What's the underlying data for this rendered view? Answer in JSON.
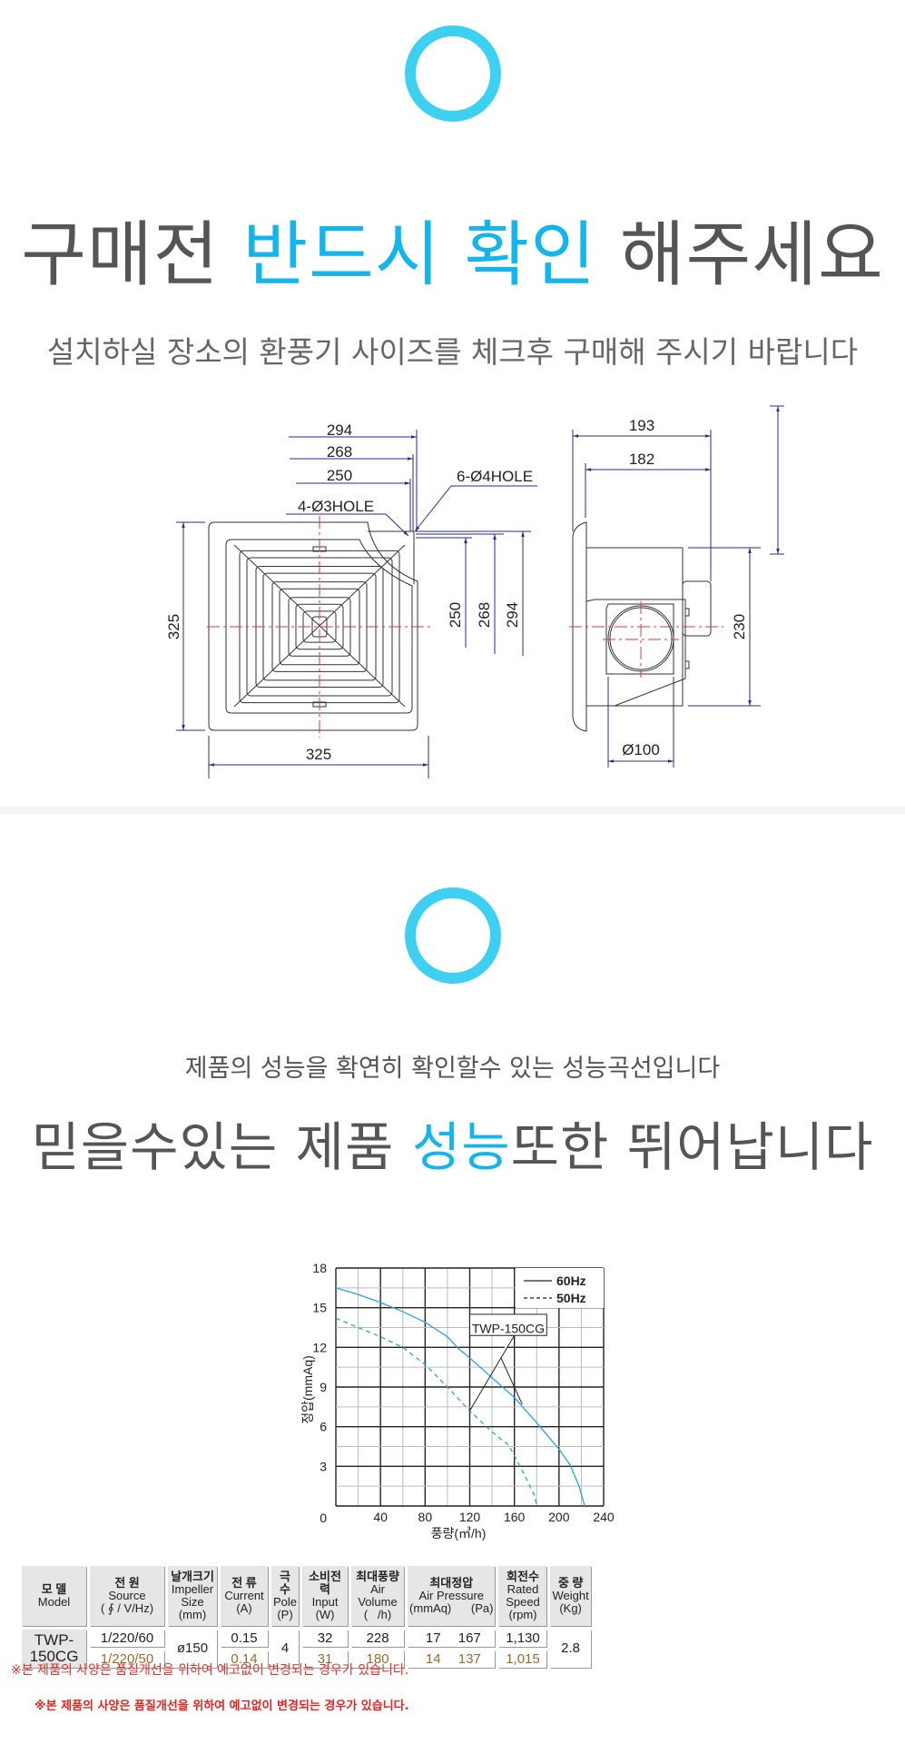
{
  "section1": {
    "heading_pre": "구매전 ",
    "heading_highlight": "반드시 확인",
    "heading_post": " 해주세요",
    "subheading": "설치하실 장소의 환풍기 사이즈를 체크후 구매해 주시기 바랍니다"
  },
  "drawing": {
    "front": {
      "dim_294": "294",
      "dim_268": "268",
      "dim_250": "250",
      "hole6": "6-Ø4HOLE",
      "hole4": "4-Ø3HOLE",
      "height": "325",
      "width": "325",
      "v250": "250",
      "v268": "268",
      "v294": "294"
    },
    "side": {
      "dim_193": "193",
      "dim_182": "182",
      "dim_230": "230",
      "duct": "Ø100"
    }
  },
  "section2": {
    "intro": "제품의 성능을 확연히 확인할수 있는 성능곡선입니다",
    "heading_pre": "믿을수있는 제품 ",
    "heading_highlight": "성능",
    "heading_post": "또한 뛰어납니다"
  },
  "chart_data": {
    "type": "line",
    "xlabel": "풍량(㎥/h)",
    "ylabel": "정압(mmAq)",
    "xlim": [
      0,
      240
    ],
    "ylim": [
      0,
      18
    ],
    "xticks": [
      0,
      40,
      80,
      120,
      160,
      200,
      240
    ],
    "yticks": [
      0,
      3,
      6,
      9,
      12,
      15,
      18
    ],
    "grid": true,
    "legend_position": "top-right",
    "annotation": "TWP-150CG",
    "series": [
      {
        "name": "60Hz",
        "style": "solid",
        "color": "#2aa3e6",
        "x": [
          0,
          20,
          40,
          60,
          80,
          100,
          110,
          120,
          140,
          160,
          180,
          200,
          210,
          218,
          223
        ],
        "y": [
          16.5,
          16.0,
          15.4,
          14.7,
          13.9,
          12.8,
          11.9,
          11.2,
          9.7,
          8.2,
          6.3,
          4.3,
          3.1,
          1.5,
          0
        ]
      },
      {
        "name": "50Hz",
        "style": "dashed",
        "color": "#2aa3e6",
        "x": [
          0,
          20,
          40,
          60,
          80,
          100,
          120,
          140,
          155,
          160,
          170,
          178,
          180
        ],
        "y": [
          14.2,
          13.5,
          12.8,
          12.0,
          10.7,
          9.0,
          7.2,
          5.6,
          4.6,
          3.8,
          2.2,
          0.8,
          0
        ]
      }
    ]
  },
  "table": {
    "headers": [
      {
        "ko": "모 델",
        "en": "Model",
        "unit": ""
      },
      {
        "ko": "전 원",
        "en": "Source",
        "unit": "( ∮ / V/Hz)"
      },
      {
        "ko": "날개크기",
        "en": "Impeller Size",
        "unit": "(mm)"
      },
      {
        "ko": "전 류",
        "en": "Current",
        "unit": "(A)"
      },
      {
        "ko": "극 수",
        "en": "Pole",
        "unit": "(P)"
      },
      {
        "ko": "소비전력",
        "en": "Input",
        "unit": "(W)"
      },
      {
        "ko": "최대풍량",
        "en": "Air Volume",
        "unit": "(   /h)"
      },
      {
        "ko": "최대정압",
        "en": "Air Pressure",
        "unit": "(mmAq)      (Pa)"
      },
      {
        "ko": "회전수",
        "en": "Rated Speed",
        "unit": "(rpm)"
      },
      {
        "ko": "중 량",
        "en": "Weight",
        "unit": "(Kg)"
      }
    ],
    "row": {
      "model": "TWP-150CG",
      "impeller": "ø150",
      "pole": "4",
      "weight": "2.8",
      "hz60": {
        "source": "1/220/60",
        "current": "0.15",
        "input": "32",
        "volume": "228",
        "mmaq": "17",
        "pa": "167",
        "rpm": "1,130"
      },
      "hz50": {
        "source": "1/220/50",
        "current": "0.14",
        "input": "31",
        "volume": "180",
        "mmaq": "14",
        "pa": "137",
        "rpm": "1,015"
      }
    }
  },
  "notes": {
    "note1": "※본 제품의 사양은 품질개선을 위하여 예고없이 변경되는 경우가 있습니다.",
    "note2": "※본 제품의 사양은 품질개선을 위하여 예고없이 변경되는 경우가 있습니다."
  }
}
